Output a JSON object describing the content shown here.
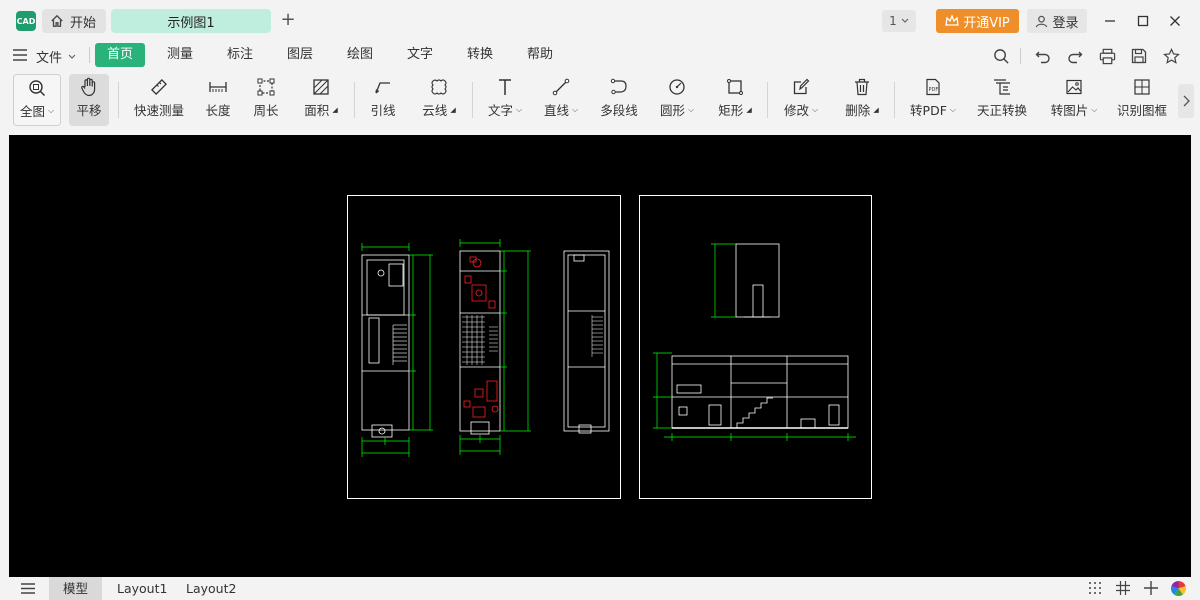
{
  "titlebar": {
    "logo_text": "CAD",
    "home_tab": "开始",
    "doc_tab": "示例图1",
    "add_tab": "+",
    "page_number": "1",
    "vip_label": "开通VIP",
    "login_label": "登录"
  },
  "menubar": {
    "file_label": "文件",
    "items": [
      "首页",
      "测量",
      "标注",
      "图层",
      "绘图",
      "文字",
      "转换",
      "帮助"
    ],
    "active_index": 0
  },
  "ribbon": {
    "tools": [
      {
        "label": "全图",
        "icon": "zoom-extents-icon",
        "dropdown": true
      },
      {
        "label": "平移",
        "icon": "pan-hand-icon"
      },
      {
        "label": "快速测量",
        "icon": "ruler-icon"
      },
      {
        "label": "长度",
        "icon": "length-icon"
      },
      {
        "label": "周长",
        "icon": "perimeter-icon"
      },
      {
        "label": "面积",
        "icon": "area-icon"
      },
      {
        "label": "引线",
        "icon": "leader-icon"
      },
      {
        "label": "云线",
        "icon": "cloud-icon"
      },
      {
        "label": "文字",
        "icon": "text-icon",
        "dropdown": true
      },
      {
        "label": "直线",
        "icon": "line-icon",
        "dropdown": true
      },
      {
        "label": "多段线",
        "icon": "polyline-icon"
      },
      {
        "label": "圆形",
        "icon": "circle-icon",
        "dropdown": true
      },
      {
        "label": "矩形",
        "icon": "rectangle-icon"
      },
      {
        "label": "修改",
        "icon": "edit-icon",
        "dropdown": true
      },
      {
        "label": "删除",
        "icon": "trash-icon"
      },
      {
        "label": "转PDF",
        "icon": "pdf-icon",
        "dropdown": true
      },
      {
        "label": "天正转换",
        "icon": "tangent-convert-icon"
      },
      {
        "label": "转图片",
        "icon": "image-icon",
        "dropdown": true
      },
      {
        "label": "识别图框",
        "icon": "frame-detect-icon"
      }
    ]
  },
  "bottombar": {
    "tabs": [
      "模型",
      "Layout1",
      "Layout2"
    ],
    "active_index": 0
  },
  "colors": {
    "accent": "#2ab27b",
    "doc_tab": "#bfeede",
    "vip": "#ef8f2a",
    "canvas": "#000000",
    "cad_green": "#00ff00",
    "cad_red": "#ff2020"
  }
}
